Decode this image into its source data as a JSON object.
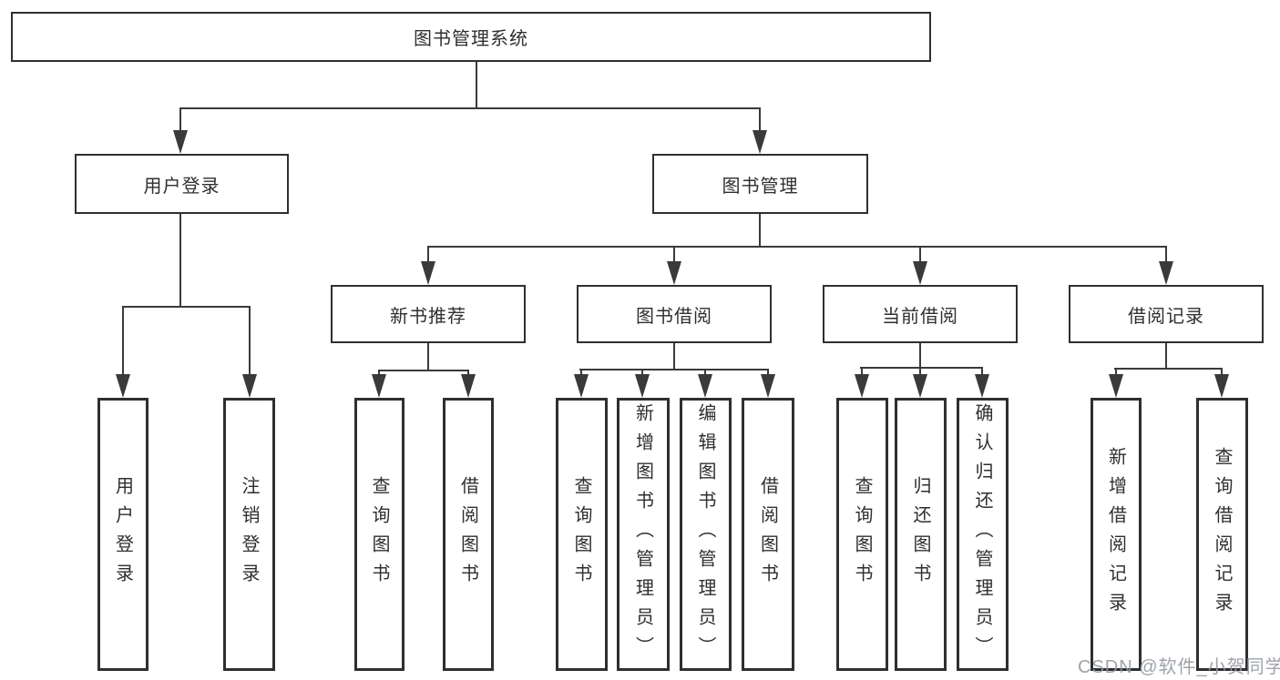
{
  "title": "图书管理系统",
  "watermark": "CSDN @软件_小贺同学",
  "colors": {
    "line": "#3a3a3a",
    "border": "#2f2f2f",
    "text": "#2f2f2f",
    "background": "#ffffff",
    "watermark": "#949ba0"
  },
  "nodes": {
    "root": "图书管理系统",
    "level2": {
      "user_login": "用户登录",
      "book_mgmt": "图书管理"
    },
    "level3": {
      "new_rec": "新书推荐",
      "borrow": "图书借阅",
      "current": "当前借阅",
      "records": "借阅记录"
    },
    "leaves": {
      "user_login": "用户登录",
      "logout": "注销登录",
      "rec_query": "查询图书",
      "rec_borrow": "借阅图书",
      "bb_query": "查询图书",
      "bb_add": "新增图书（管理员）",
      "bb_edit": "编辑图书（管理员）",
      "bb_borrow": "借阅图书",
      "cb_query": "查询图书",
      "cb_return": "归还图书",
      "cb_confirm": "确认归还（管理员）",
      "br_add": "新增借阅记录",
      "br_query": "查询借阅记录"
    }
  }
}
